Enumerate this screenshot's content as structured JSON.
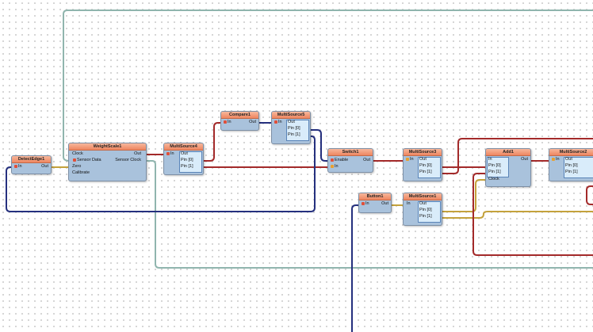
{
  "components": {
    "detectedge1": {
      "title": "DetectEdge1",
      "in": "In",
      "out": "Out"
    },
    "weightscale1": {
      "title": "WeightScale1",
      "clock": "Clock",
      "sensor_data": "Sensor Data",
      "zero": "Zero",
      "calibrate": "Calibrate",
      "out": "Out",
      "sensor_clock": "Sensor Clock"
    },
    "multisource4": {
      "title": "MultiSource4",
      "in": "In",
      "out": "Out",
      "pin0": "Pin [0]",
      "pin1": "Pin [1]"
    },
    "compare1": {
      "title": "Compare1",
      "in": "In",
      "out": "Out"
    },
    "multisource5": {
      "title": "MultiSource5",
      "in": "In",
      "out": "Out",
      "pin0": "Pin [0]",
      "pin1": "Pin [1]"
    },
    "switch1": {
      "title": "Switch1",
      "enable": "Enable",
      "in": "In",
      "out": "Out"
    },
    "multisource3": {
      "title": "MultiSource3",
      "in": "In",
      "out": "Out",
      "pin0": "Pin [0]",
      "pin1": "Pin [1]"
    },
    "add1": {
      "title": "Add1",
      "in": "In",
      "pin0": "Pin [0]",
      "pin1": "Pin [1]",
      "clock": "Clock",
      "out": "Out"
    },
    "multisource2": {
      "title": "MultiSource2",
      "in": "In",
      "out": "Out",
      "pin0": "Pin [0]",
      "pin1": "Pin [1]"
    },
    "button1": {
      "title": "Button1",
      "in": "In",
      "out": "Out"
    },
    "multisource1": {
      "title": "MultiSource1",
      "in": "In",
      "out": "Out",
      "pin0": "Pin [0]",
      "pin1": "Pin [1]"
    }
  },
  "colors": {
    "analog": "#a32a2a",
    "digital": "#c4a23c",
    "bool": "#25307e",
    "clock": "#8fb3ad"
  }
}
